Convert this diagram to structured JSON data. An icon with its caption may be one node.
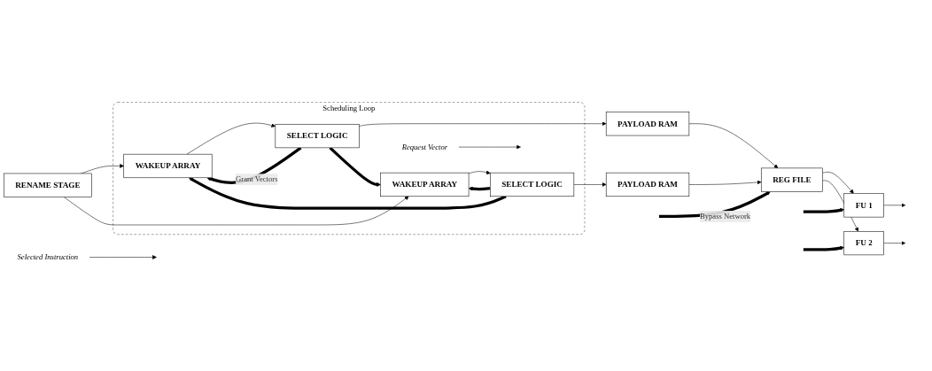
{
  "diagram": {
    "nodes": [
      {
        "text": [
          "Scheduling Loop"
        ]
      },
      {
        "text": [
          "RENAME STAGE"
        ]
      },
      {
        "text": [
          "WAKEUP ARRAY"
        ],
        "in": 0
      },
      {
        "text": [
          "SELECT LOGIC"
        ],
        "in": 0
      },
      {
        "text": [
          "WAKEUP ARRAY"
        ],
        "in": 0
      },
      {
        "text": [
          "SELECT LOGIC"
        ],
        "in": 0
      },
      {
        "text": [
          "PAYLOAD RAM"
        ]
      },
      {
        "text": [
          "PAYLOAD RAM"
        ]
      },
      {
        "text": [
          "REG FILE"
        ]
      },
      {
        "text": [
          "FU 1"
        ]
      },
      {
        "text": [
          "FU 2"
        ]
      },
      {
        "text": [
          "Request Vector"
        ],
        "in": 0
      },
      {
        "text": [
          "Selected Instruction"
        ]
      }
    ],
    "edges": [
      {
        "from": 1,
        "to": 2,
        "arrow": "to"
      },
      {
        "from": 1,
        "to": 4,
        "arrow": "to"
      },
      {
        "from": 2,
        "to": 3,
        "arrow": "to"
      },
      {
        "from": 4,
        "to": 5,
        "arrow": "to"
      },
      {
        "from": 3,
        "to": 6,
        "arrow": "to"
      },
      {
        "from": 5,
        "to": 7,
        "arrow": "to"
      },
      {
        "from": 3,
        "to": 2,
        "arrow": "to",
        "style": "thick",
        "label": "Grant Vectors"
      },
      {
        "from": 3,
        "to": 4,
        "arrow": "to",
        "style": "thick"
      },
      {
        "from": 5,
        "to": 2,
        "arrow": "to",
        "style": "thick"
      },
      {
        "from": 5,
        "to": 4,
        "arrow": "to",
        "style": "thick"
      },
      {
        "from": 6,
        "to": 8,
        "arrow": "to"
      },
      {
        "from": 7,
        "to": 8,
        "arrow": "to"
      },
      {
        "from": 8,
        "to": 9,
        "arrow": "to"
      },
      {
        "from": 8,
        "to": 10,
        "arrow": "to"
      },
      {
        "from": 9,
        "to": null,
        "arrow": "to"
      },
      {
        "from": 10,
        "to": null,
        "arrow": "to"
      },
      {
        "from": null,
        "to": 8,
        "arrow": "to",
        "style": "thick",
        "label": "Bypass Network"
      },
      {
        "from": null,
        "to": 9,
        "arrow": "to",
        "style": "thick"
      },
      {
        "from": null,
        "to": 10,
        "arrow": "to",
        "style": "thick"
      },
      {
        "from": 11,
        "to": null,
        "arrow": "to"
      },
      {
        "from": 12,
        "to": null,
        "arrow": "to"
      }
    ]
  }
}
